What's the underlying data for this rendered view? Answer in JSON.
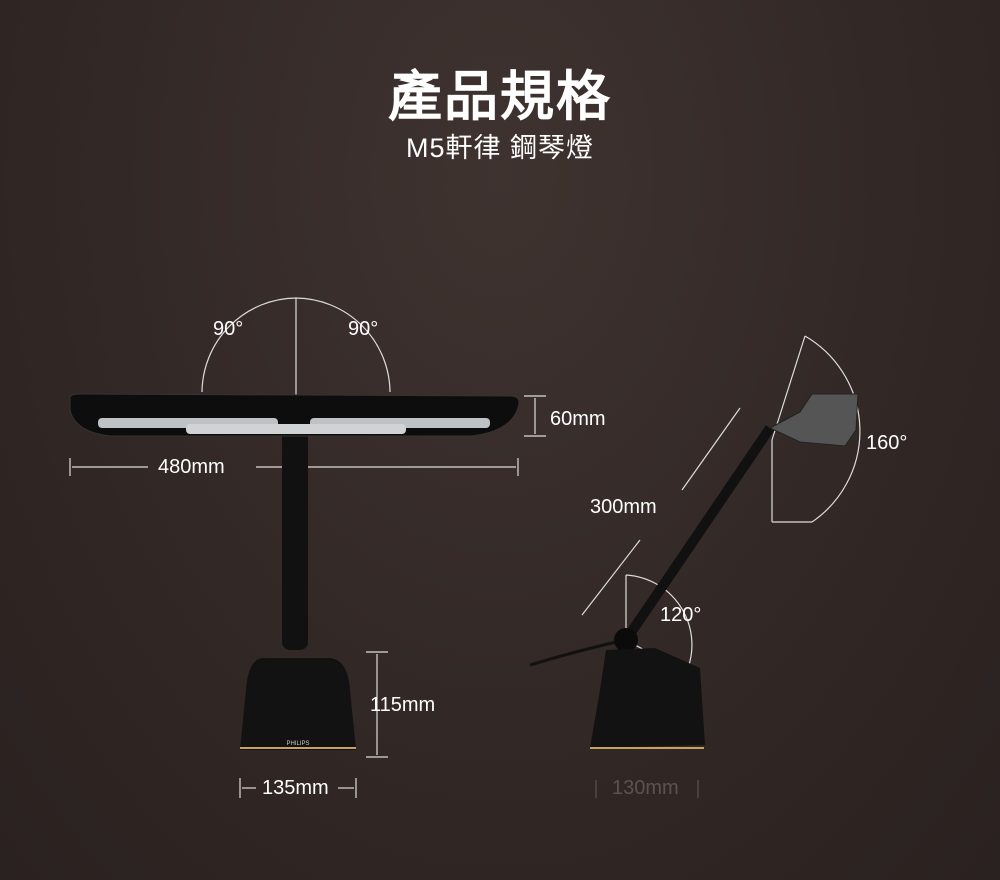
{
  "header": {
    "title": "產品規格",
    "subtitle": "M5軒律 鋼琴燈"
  },
  "front_view": {
    "angle_left": "90°",
    "angle_right": "90°",
    "head_height": "60mm",
    "head_width": "480mm",
    "base_height": "115mm",
    "base_width": "135mm",
    "brand": "PHILIPS"
  },
  "side_view": {
    "head_angle": "160°",
    "arm_length": "300mm",
    "arm_angle": "120°",
    "base_depth": "130mm"
  },
  "colors": {
    "accent_gold": "#c9a064",
    "background": "#322826"
  }
}
